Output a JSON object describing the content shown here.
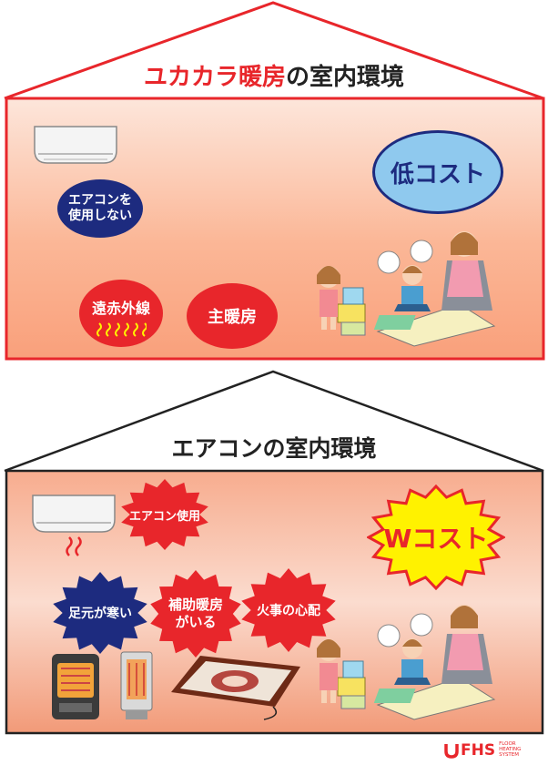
{
  "top_house": {
    "title_part1": "ユカカラ暖房",
    "title_part2": "の室内環境",
    "badges": {
      "no_aircon": "エアコンを\n使用しない",
      "low_cost": "低コスト",
      "far_infrared": "遠赤外線",
      "main_heating": "主暖房"
    }
  },
  "bottom_house": {
    "title": "エアコンの室内環境",
    "badges": {
      "aircon_use": "エアコン使用",
      "double_cost": "Wコスト",
      "cold_feet": "足元が寒い",
      "aux_heating": "補助暖房\nがいる",
      "fire_worry": "火事の心配"
    }
  },
  "logo": {
    "text": "FHS",
    "tagline": "FLOOR\nHEATING\nSYSTEM"
  },
  "colors": {
    "red": "#e8262b",
    "navy": "#1d2b7f",
    "sky": "#8fc9ee",
    "yellow": "#fff200",
    "house_top_stroke": "#e8262b",
    "house_bottom_stroke": "#222222"
  }
}
